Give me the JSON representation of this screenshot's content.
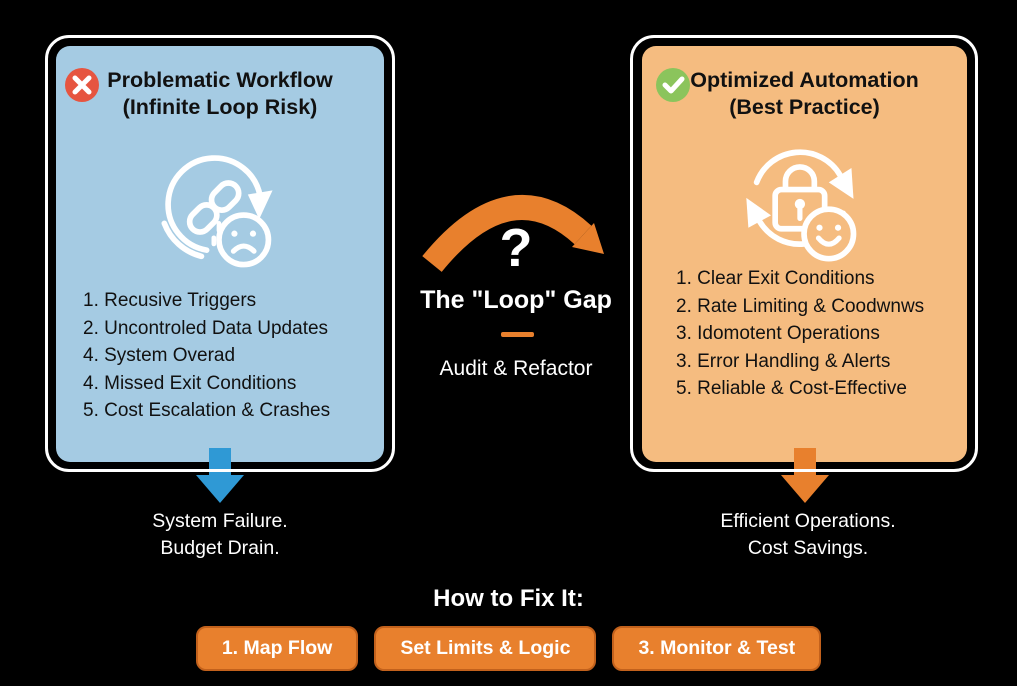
{
  "colors": {
    "background": "#000000",
    "card-blue": "#A5CBE3",
    "card-orange": "#F5BC80",
    "accent-orange": "#E8802D",
    "accent-orange-dark": "#C2611C",
    "accent-blue": "#2F99D5",
    "error-red": "#E65540",
    "success-green": "#8BC45C"
  },
  "left_card": {
    "status_icon": "error-x-icon",
    "title_line1": "Problematic Workflow",
    "title_line2": "(Infinite Loop Risk)",
    "illustration": "loop-broken-chain-sad-face-icon",
    "items": [
      "1. Recusive Triggers",
      "2. Uncontroled Data Updates",
      "4. System Overad",
      "4. Missed Exit Conditions",
      "5. Cost Escalation & Crashes"
    ],
    "caption_line1": "System Failure.",
    "caption_line2": "Budget Drain."
  },
  "right_card": {
    "status_icon": "success-check-icon",
    "title_line1": "Optimized Automation",
    "title_line2": "(Best Practice)",
    "illustration": "secure-cycle-lock-happy-face-icon",
    "items": [
      "1. Clear Exit Conditions",
      "2. Rate Limiting & Coodwnws",
      "3. Idomotent Operations",
      "3. Error Handling & Alerts",
      "5. Reliable & Cost-Effective"
    ],
    "caption_line1": "Efficient Operations.",
    "caption_line2": "Cost Savings."
  },
  "center": {
    "question_mark": "?",
    "gap_title": "The \"Loop\" Gap",
    "gap_subtitle": "Audit & Refactor"
  },
  "footer": {
    "heading": "How to Fix It:",
    "buttons": [
      "1. Map Flow",
      "Set Limits & Logic",
      "3. Monitor & Test"
    ]
  }
}
